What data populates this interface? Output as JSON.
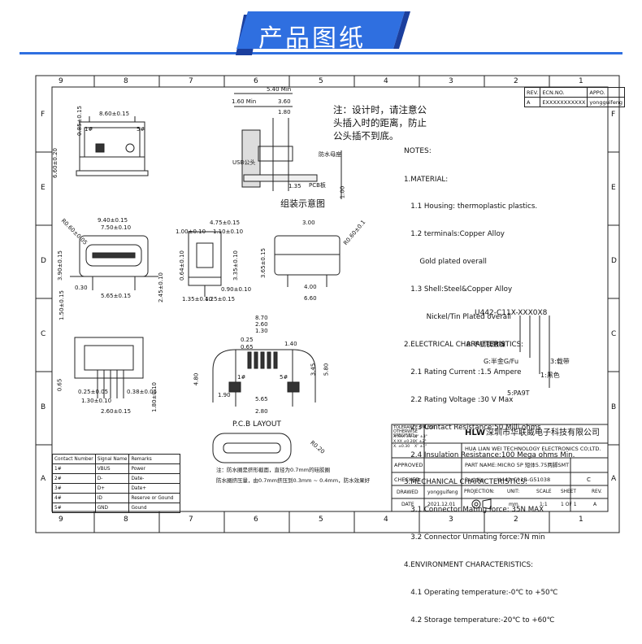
{
  "banner": {
    "title": "产品图纸",
    "accent": "#2f6fe0",
    "dark": "#1b3f9e"
  },
  "frame": {
    "columns_top": [
      "9",
      "8",
      "7",
      "6",
      "5",
      "4",
      "3",
      "2",
      "1"
    ],
    "columns_bottom": [
      "9",
      "8",
      "7",
      "6",
      "5",
      "4",
      "3",
      "2",
      "1"
    ],
    "rows": [
      "F",
      "E",
      "D",
      "C",
      "B",
      "A"
    ]
  },
  "revision": {
    "headers": [
      "REV.",
      "ECN.NO.",
      "APPO."
    ],
    "row": [
      "A",
      "EXXXXXXXXXXX",
      "yongguifeng"
    ]
  },
  "note_cn": "注：设计时，请注意公\n头插入时的距离，防止\n公头插不到底。",
  "assembly": {
    "caption": "组装示意图",
    "dims": [
      "5.40 Min",
      "1.60 Min",
      "3.60",
      "1.80",
      "1.35",
      "1.00"
    ],
    "labels": [
      "防水母座",
      "USB公头",
      "PCB板"
    ]
  },
  "notes_title": "NOTES:",
  "notes": [
    "1.MATERIAL:",
    "   1.1 Housing: thermoplastic plastics.",
    "   1.2 terminals:Copper Alloy",
    "       Gold plated overall",
    "   1.3 Shell:Steel&Copper Alloy",
    "          Nickel/Tin Plated overall",
    "2.ELECTRICAL CHARACTERISTICS:",
    "   2.1 Rating Current :1.5 Ampere",
    "   2.2 Rating Voltage :30 V Max",
    "   2.3 Contact Resistance:50 Milli ohms",
    "   2.4 Insulation Resistance:100 Mega ohms Min.",
    "3.MECHANICAL CHARACTERISTICS:",
    "   3.1 Connector Mating force: 35N MAX",
    "   3.2 Connector Unmating force:7N min",
    "4.ENVIRONMENT CHARACTERISTICS:",
    "   4.1 Operating temperature:-0℃ to +50℃",
    "   4.2 Storage temperature:-20℃ to +60℃"
  ],
  "part_code": {
    "code": "U442-C11X-XXX0X8",
    "options": [
      "B:不锈钢镀镍",
      "G:半金G/Fu",
      "3:载带",
      "1:黑色",
      "5:PA9T"
    ]
  },
  "front_view": {
    "dims": [
      "8.60±0.15",
      "0.85±0.15",
      "6.60±0.20"
    ],
    "pins": [
      "1#",
      "5#"
    ]
  },
  "mid_view": {
    "dims": [
      "9.40±0.15",
      "7.50±0.10",
      "R0.60±0.05",
      "3.90±0.15",
      "0.30",
      "5.65±0.15",
      "1.50±0.15",
      "2.45±0.10"
    ]
  },
  "side_view": {
    "dims": [
      "4.75±0.15",
      "1.00±0.10",
      "1.10±0.10",
      "0.64±0.10",
      "3.35±0.10",
      "0.90±0.10",
      "1.35±0.10",
      "4.25±0.15"
    ]
  },
  "end_view": {
    "dims": [
      "3.00",
      "R0.60±0.1",
      "3.65±0.15",
      "4.00",
      "6.60"
    ]
  },
  "bottom_view": {
    "dims": [
      "0.65",
      "1.30±0.10",
      "0.25±0.05",
      "0.38±0.05",
      "1.80±0.10",
      "2.60±0.15"
    ]
  },
  "pcb_view": {
    "dims": [
      "8.70",
      "2.60",
      "1.30",
      "0.25",
      "0.65",
      "1.40",
      "4.80",
      "3.45",
      "5.80",
      "1.90",
      "5.65",
      "2.80"
    ],
    "pins": [
      "1#",
      "5#"
    ]
  },
  "pcb_layout": {
    "title": "P.C.B LAYOUT",
    "note1": "注：防水圈是挤形截面，直径为0.7mm的硅胶圈",
    "note2": "防水圈挤压量，由0.7mm挤压到0.3mm ~ 0.4mm，防水效果好",
    "dim": "R0.20"
  },
  "signal_table": {
    "headers": [
      "Contact Number",
      "Signal Name",
      "Remarks"
    ],
    "rows": [
      [
        "1#",
        "VBUS",
        "Power"
      ],
      [
        "2#",
        "D-",
        "Date-"
      ],
      [
        "3#",
        "D+",
        "Date+"
      ],
      [
        "4#",
        "ID",
        "Reserve or Gound"
      ],
      [
        "5#",
        "GND",
        "Gound"
      ]
    ]
  },
  "title_block": {
    "tolerance_title": "TOLERANCE UNLESS OTHERWISE SPECIFIED",
    "tolerances": [
      "X.XXX ±0.10",
      "X.XX ±0.20",
      "X. ±0.30",
      "X° ±3°",
      "X′ ±2°",
      "X″ ±1°"
    ],
    "company_cn": "深圳市华联威电子科技有限公司",
    "company_en": "HUA LIAN WEI TECHNOLOGY ELECTRONICS CO;LTD.",
    "logo": "HLW",
    "approved_label": "APPROVED",
    "checked_label": "CHECKED",
    "drawn_label": "DRAWED",
    "drawn_by": "yongguifeng",
    "date_label": "DATE",
    "date": "2021.12.01",
    "part_name_label": "PART NAME:",
    "part_name": "MICRO 5P 短体5.75两脚SMT",
    "part_no_label": "Part No:",
    "part_no": "U442-C11B-G51038",
    "rev_value": "C",
    "projection_label": "PROJECTION:",
    "unit_label": "UNIT:",
    "scale_label": "SCALE",
    "sheet_label": "SHEET",
    "rev_label": "REV.",
    "unit": "mm",
    "scale": "1:1",
    "sheet": "1 OF 1",
    "rev": "A"
  }
}
